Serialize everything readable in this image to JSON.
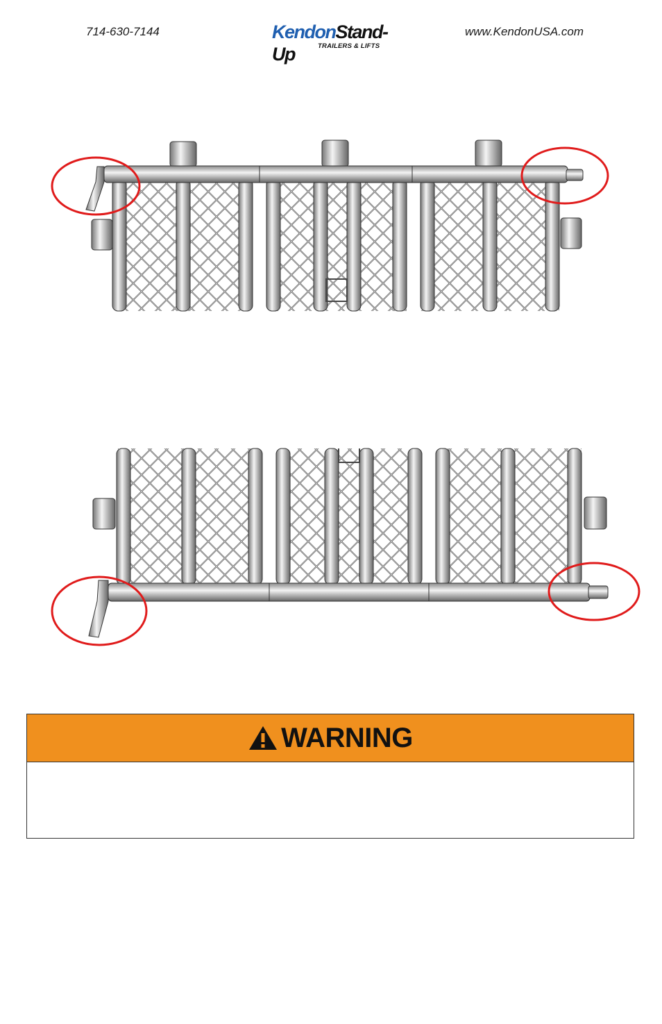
{
  "header": {
    "phone": "714-630-7144",
    "logo_primary": "Kendon",
    "logo_secondary": "Stand-Up",
    "logo_tagline": "TRAILERS & LIFTS",
    "website": "www.KendonUSA.com"
  },
  "figures": [
    {
      "view": "top",
      "highlight_color": "#e01b1b",
      "highlights": 2
    },
    {
      "view": "bottom",
      "highlight_color": "#e01b1b",
      "highlights": 2
    }
  ],
  "warning": {
    "title": "WARNING",
    "header_color": "#f0901e",
    "icon": "warning-triangle-icon",
    "body": ""
  }
}
